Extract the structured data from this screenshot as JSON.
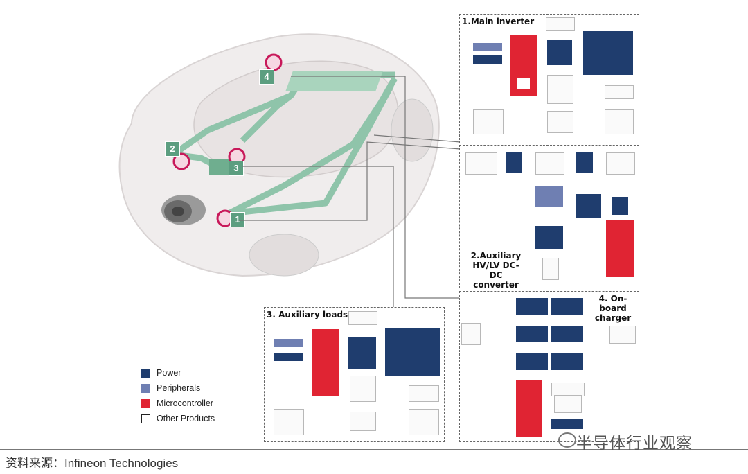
{
  "panels": {
    "main_inverter": "1.Main inverter",
    "aux_dcdc": [
      "2.Auxiliary",
      "HV/LV DC-DC",
      "converter"
    ],
    "aux_loads": "3. Auxiliary loads",
    "obc": [
      "4. On-board",
      "charger"
    ]
  },
  "markers": [
    "1",
    "2",
    "3",
    "4"
  ],
  "legend": [
    {
      "label": "Power",
      "color": "#1f3d6e"
    },
    {
      "label": "Peripherals",
      "color": "#6f7fb2"
    },
    {
      "label": "Microcontroller",
      "color": "#e02433"
    },
    {
      "label": "Other Products",
      "color": "#ffffff"
    }
  ],
  "source": "资料来源：Infineon Technologies",
  "watermark": "半导体行业观察",
  "colors": {
    "harness": "#8fc4aa",
    "marker_ring": "#c8195a"
  }
}
